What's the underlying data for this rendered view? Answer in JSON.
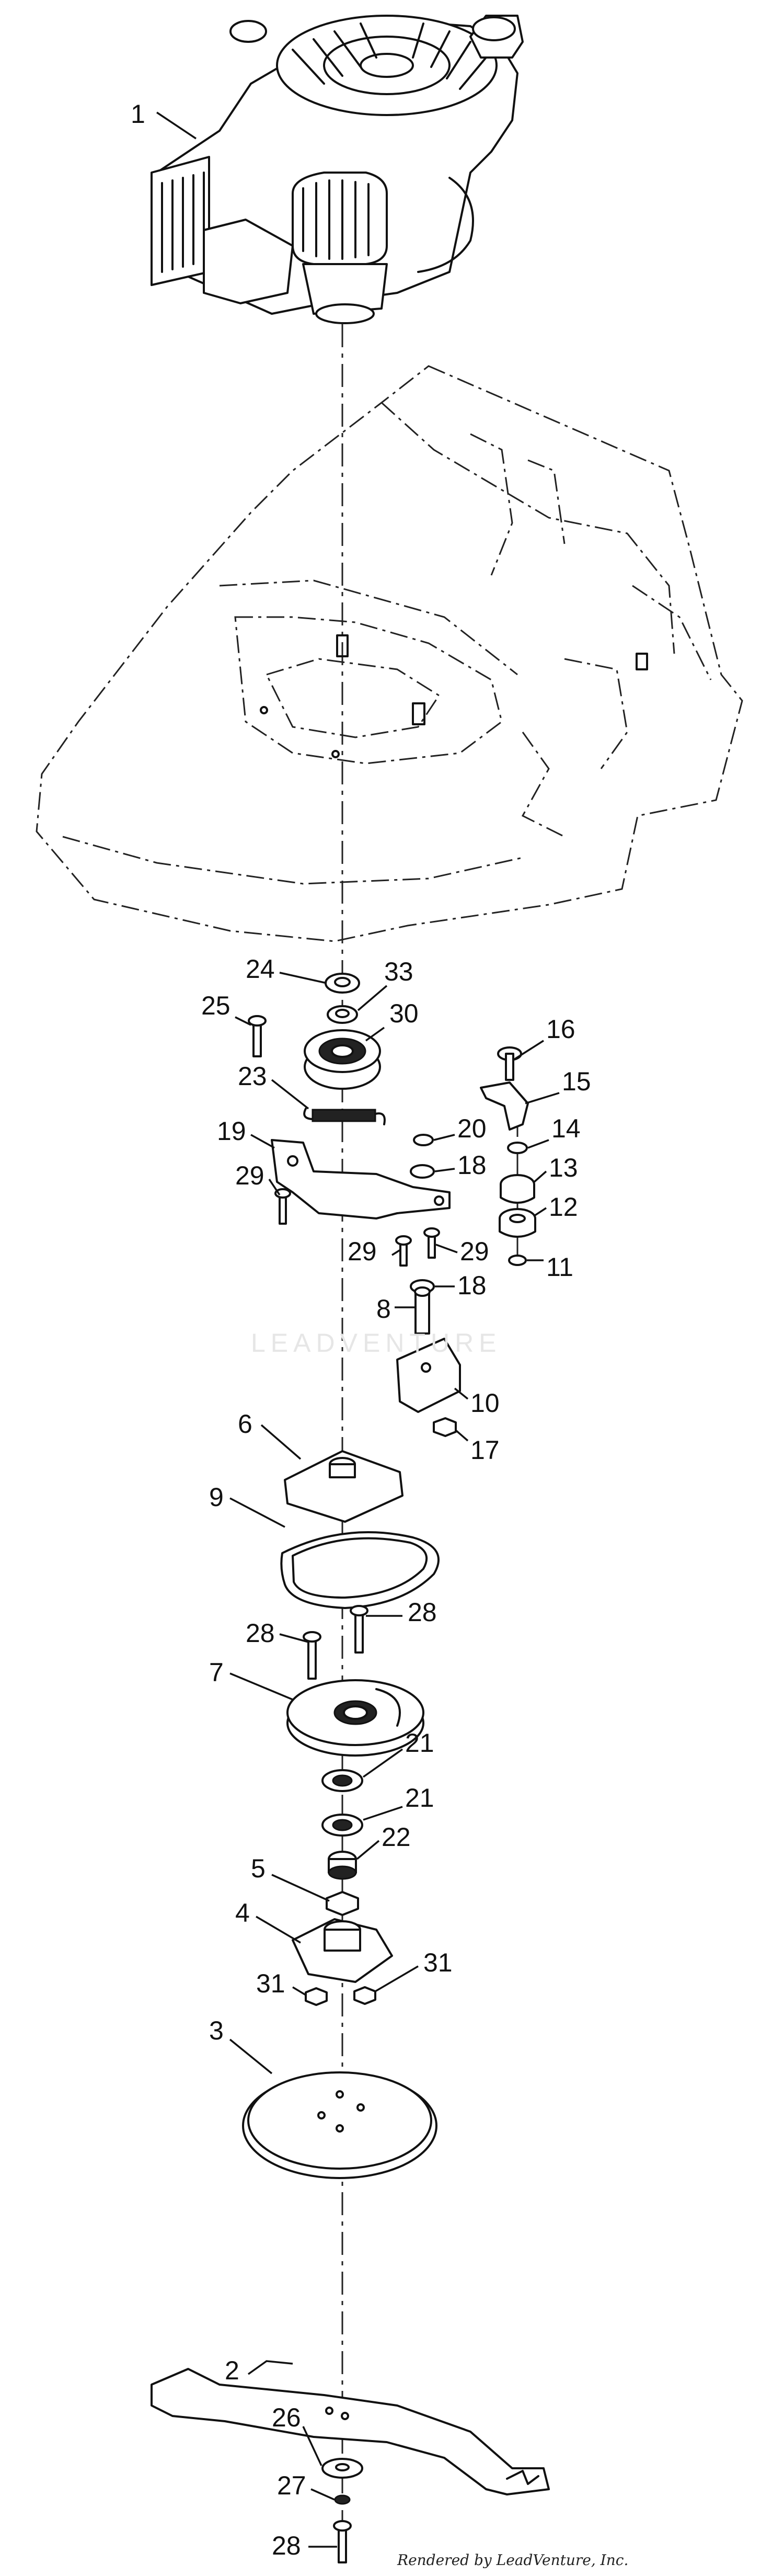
{
  "diagram": {
    "watermark": "LEADVENTURE",
    "credit": "Rendered by LeadVenture, Inc.",
    "callouts": [
      "1",
      "24",
      "33",
      "25",
      "30",
      "16",
      "15",
      "23",
      "14",
      "20",
      "19",
      "18",
      "13",
      "29",
      "12",
      "29",
      "29",
      "18",
      "11",
      "8",
      "10",
      "17",
      "6",
      "9",
      "28",
      "28",
      "7",
      "21",
      "21",
      "22",
      "5",
      "4",
      "31",
      "31",
      "3",
      "2",
      "26",
      "27",
      "28"
    ]
  }
}
